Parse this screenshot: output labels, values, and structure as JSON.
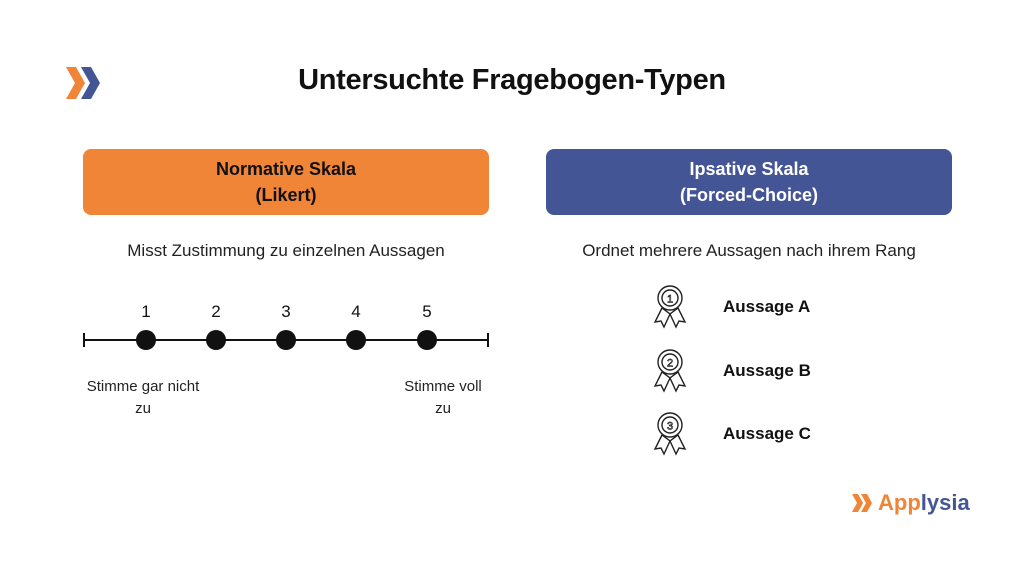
{
  "title": "Untersuchte Fragebogen-Typen",
  "colors": {
    "orange": "#f08437",
    "blue": "#445596"
  },
  "left": {
    "heading_line1": "Normative Skala",
    "heading_line2": "(Likert)",
    "description": "Misst Zustimmung zu einzelnen Aussagen",
    "scale": {
      "points": [
        "1",
        "2",
        "3",
        "4",
        "5"
      ],
      "low_anchor_line1": "Stimme gar nicht",
      "low_anchor_line2": "zu",
      "high_anchor_line1": "Stimme voll",
      "high_anchor_line2": "zu"
    }
  },
  "right": {
    "heading_line1": "Ipsative Skala",
    "heading_line2": "(Forced-Choice)",
    "description": "Ordnet mehrere Aussagen nach ihrem Rang",
    "items": [
      {
        "rank": "1",
        "label": "Aussage A",
        "icon": "medal-1-icon"
      },
      {
        "rank": "2",
        "label": "Aussage B",
        "icon": "medal-2-icon"
      },
      {
        "rank": "3",
        "label": "Aussage C",
        "icon": "medal-3-icon"
      }
    ]
  },
  "brand": {
    "part1": "App",
    "part2": "lysia"
  }
}
